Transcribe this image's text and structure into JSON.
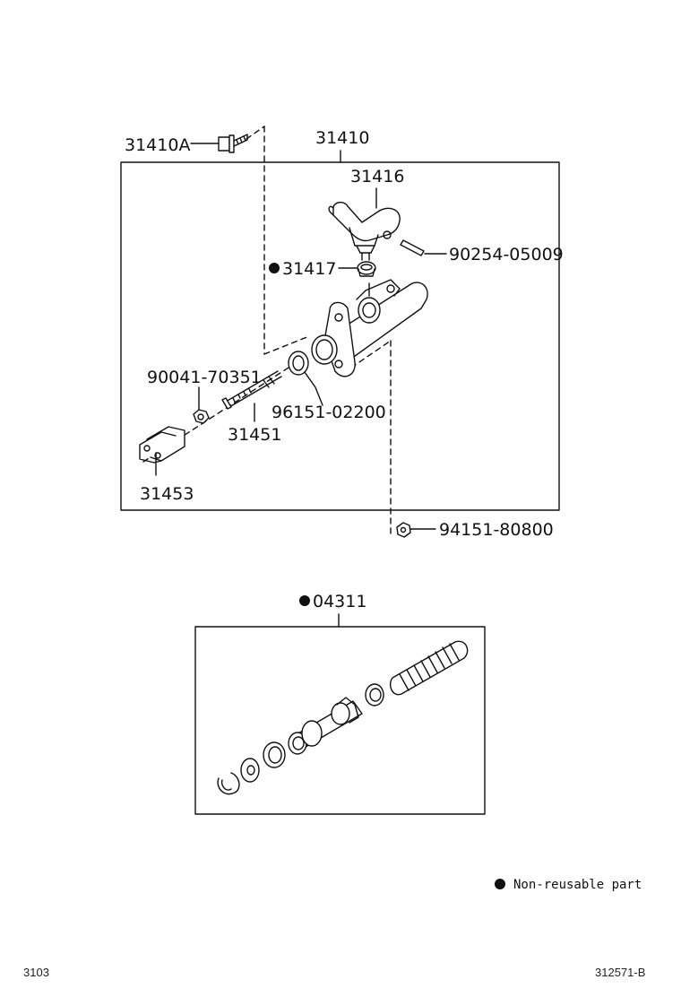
{
  "parts": {
    "p31410A": "31410A",
    "p31410": "31410",
    "p31416": "31416",
    "p90254": "90254-05009",
    "p31417": "31417",
    "p90041": "90041-70351",
    "p96151": "96151-02200",
    "p31451": "31451",
    "p31453": "31453",
    "p94151": "94151-80800",
    "p04311": "04311"
  },
  "legend": {
    "text": "Non-reusable part",
    "symbol": "filled-circle-icon"
  },
  "footer": {
    "left": "3103",
    "right": "312571-B"
  }
}
